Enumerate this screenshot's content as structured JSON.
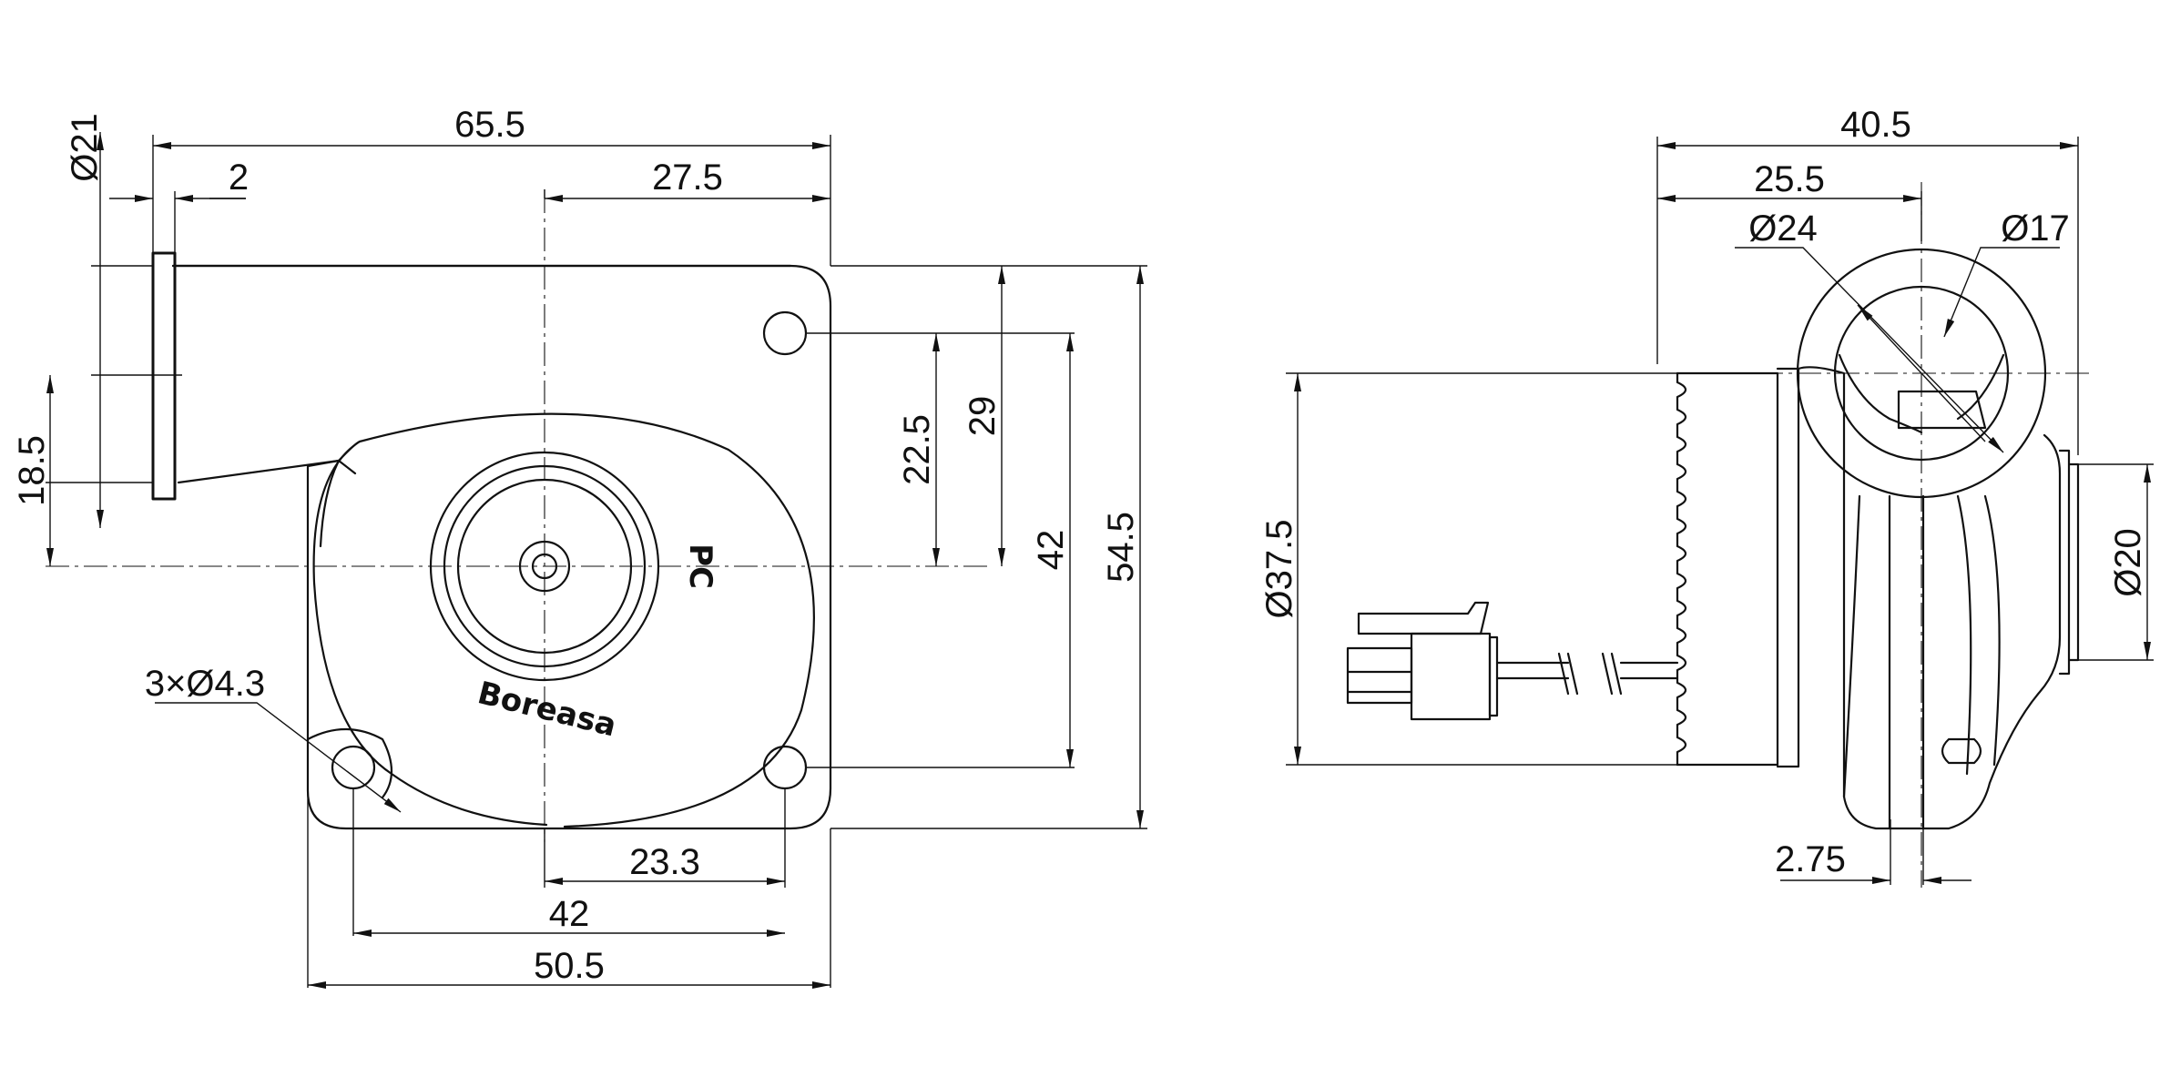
{
  "labels": {
    "outlet_dia": "Ø21",
    "total_width": "65.5",
    "flange_thk": "2",
    "outlet_half": "27.5",
    "outlet_off": "18.5",
    "v_22_5": "22.5",
    "v_29": "29",
    "v_42": "42",
    "v_54_5": "54.5",
    "holes": "3×Ø4.3",
    "h_23_3": "23.3",
    "h_42": "42",
    "h_50_5": "50.5",
    "side_depth": "40.5",
    "side_25_5": "25.5",
    "dia_24": "Ø24",
    "dia_17": "Ø17",
    "dia_37_5": "Ø37.5",
    "dia_20": "Ø20",
    "side_2_75": "2.75"
  },
  "marks": {
    "rotation": "PC",
    "brand": "Boreasa"
  }
}
